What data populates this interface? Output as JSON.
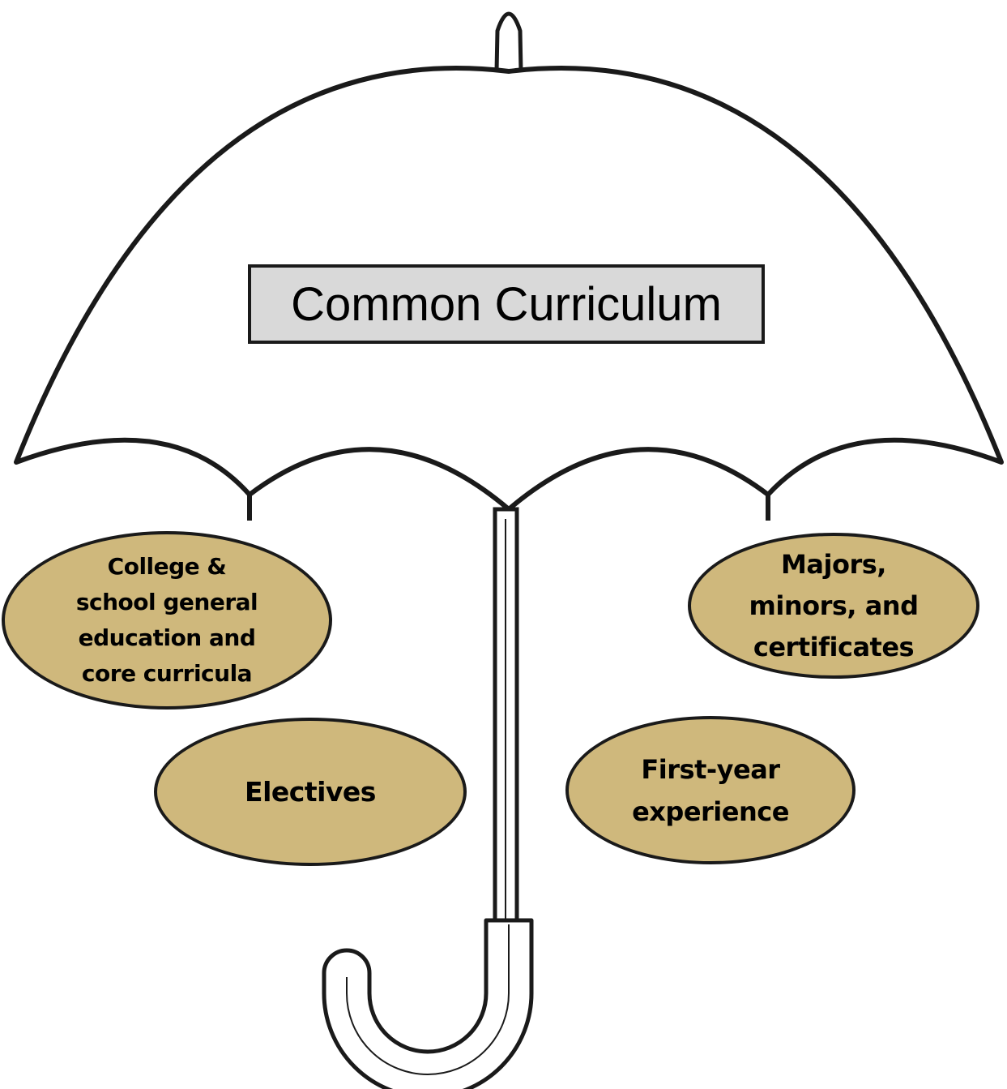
{
  "diagram": {
    "title": "Common Curriculum",
    "colors": {
      "outline": "#1a1a1a",
      "title_fill": "#d9d9d9",
      "bubble_fill": "#cfb87c",
      "background": "#ffffff"
    },
    "items": [
      {
        "label": "College &\nschool general\neducation and\ncore curricula"
      },
      {
        "label": "Majors,\nminors, and\ncertificates"
      },
      {
        "label": "Electives"
      },
      {
        "label": "First-year\nexperience"
      }
    ]
  }
}
